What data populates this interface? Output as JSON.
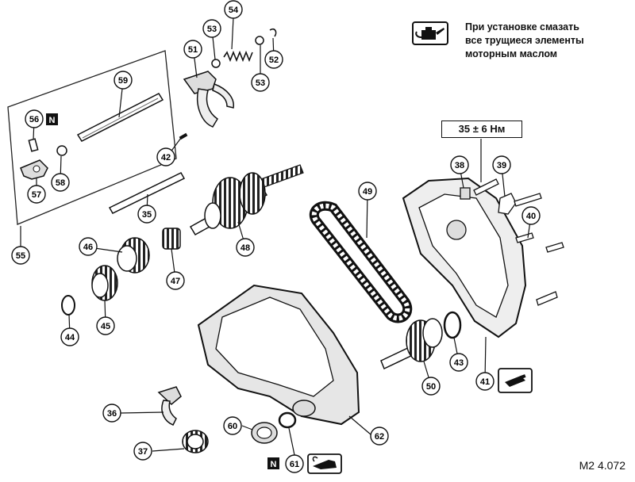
{
  "note": {
    "line1": "При установке смазать",
    "line2": "все трущиеся элементы",
    "line3": "моторным маслом"
  },
  "torque_label": "35 ± 6 Нм",
  "figure_code": "M2 4.072",
  "badge_letter": "N",
  "icons": {
    "oil": "oil-can-icon",
    "sealant": "sealant-tube-icon",
    "grease": "grease-gun-icon"
  },
  "callouts": [
    "36",
    "37",
    "38",
    "39",
    "40",
    "41",
    "42",
    "43",
    "44",
    "45",
    "46",
    "47",
    "48",
    "49",
    "50",
    "51",
    "52",
    "53",
    "54",
    "55",
    "56",
    "57",
    "58",
    "59",
    "60",
    "61",
    "62"
  ]
}
